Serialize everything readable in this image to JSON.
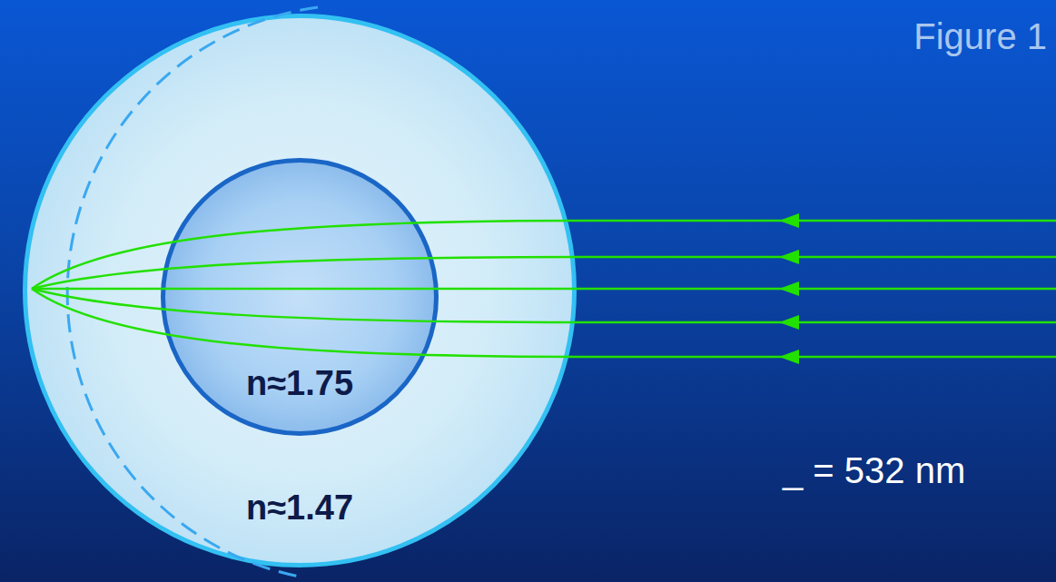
{
  "diagram": {
    "title": "Figure 1",
    "nodes": [
      {
        "text": [
          "n≈1.47"
        ]
      },
      {
        "text": [
          "n≈1.75"
        ],
        "in": 0
      }
    ],
    "labels": [
      "_ = 532 nm"
    ]
  }
}
